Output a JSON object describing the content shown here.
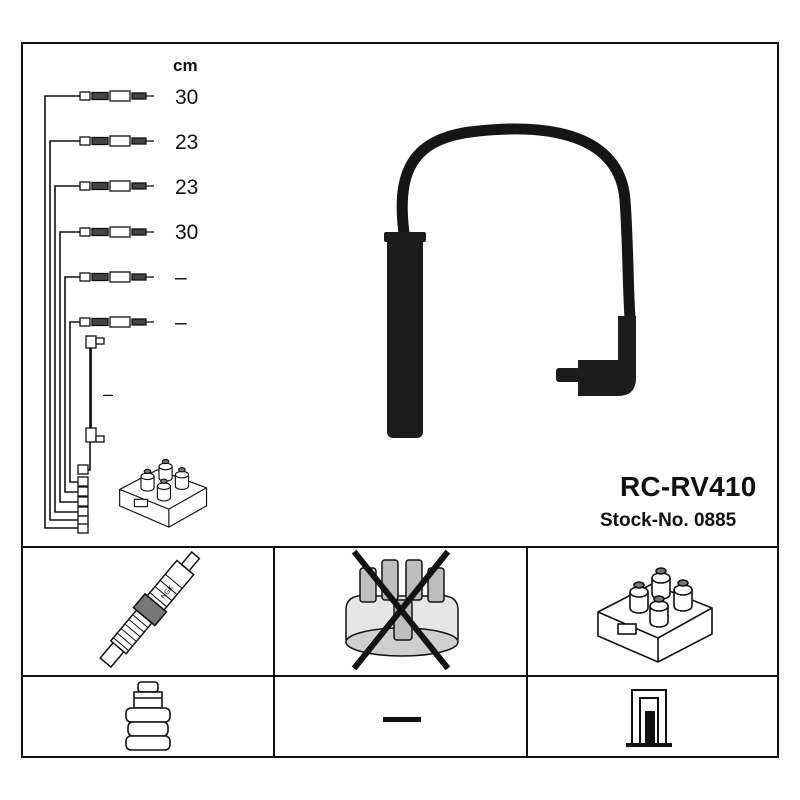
{
  "product": {
    "part_number": "RC-RV410",
    "stock_number": "Stock-No. 0885"
  },
  "lengths": {
    "unit": "cm",
    "cables": [
      "30",
      "23",
      "23",
      "30",
      "–",
      "–"
    ],
    "coil_lead": "–"
  },
  "component_table": {
    "rows": [
      [
        "spark-plug",
        "distributor-cap-not-applicable",
        "ignition-coil"
      ],
      [
        "spark-plug-terminal",
        "–",
        "coil-terminal-socket"
      ]
    ],
    "applicable_marker": "–"
  }
}
